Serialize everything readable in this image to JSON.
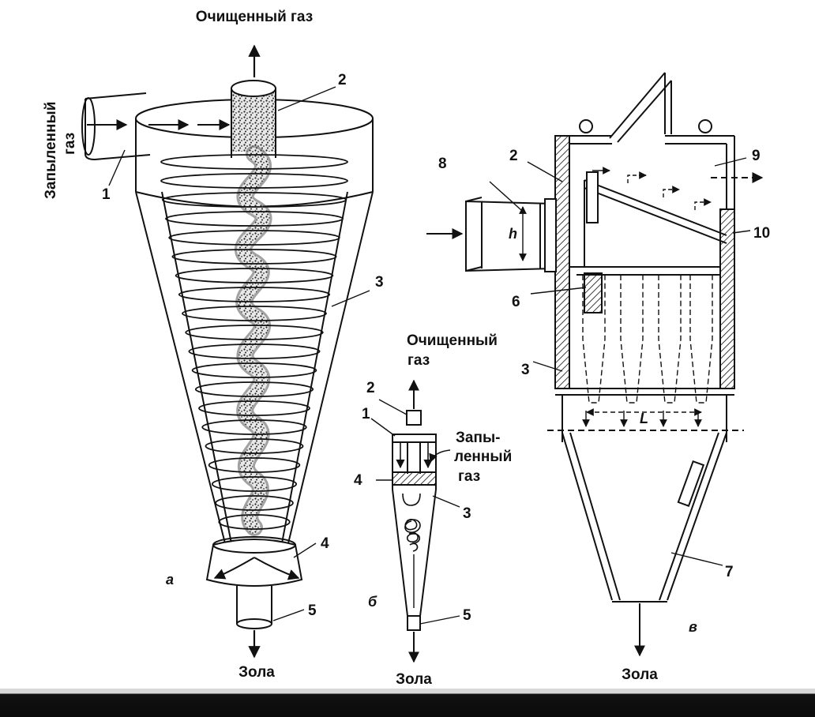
{
  "colors": {
    "ink": "#111111",
    "paper": "#ffffff",
    "strip": "#0b0b0b"
  },
  "diagram_a": {
    "subfigure": "а",
    "clean_gas": "Очищенный газ",
    "dusty_gas_line1": "Запыленный",
    "dusty_gas_line2": "газ",
    "ash": "Зола",
    "n1": "1",
    "n2": "2",
    "n3": "3",
    "n4": "4",
    "n5": "5"
  },
  "diagram_b": {
    "subfigure": "б",
    "clean_gas_line1": "Очищенный",
    "clean_gas_line2": "газ",
    "dusty_gas_line1": "Запы-",
    "dusty_gas_line2": "ленный",
    "dusty_gas_line3": "газ",
    "ash": "Зола",
    "n1": "1",
    "n2": "2",
    "n3": "3",
    "n4": "4",
    "n5": "5"
  },
  "diagram_v": {
    "subfigure": "в",
    "ash": "Зола",
    "h": "h",
    "L": "L",
    "n2": "2",
    "n3": "3",
    "n6": "6",
    "n7": "7",
    "n8": "8",
    "n9": "9",
    "n10": "10"
  }
}
